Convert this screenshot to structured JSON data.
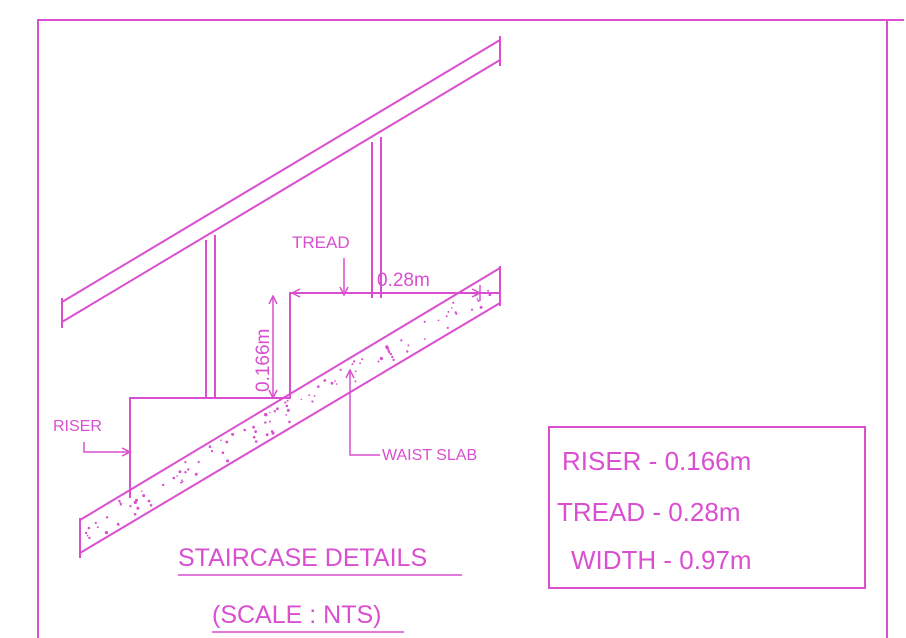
{
  "colors": {
    "line": "#d94fd0",
    "background": "#ffffff"
  },
  "labels": {
    "tread": "TREAD",
    "tread_dim": "0.28m",
    "riser_dim": "0.166m",
    "riser": "RISER",
    "waist_slab": "WAIST SLAB"
  },
  "title": {
    "main": "STAIRCASE DETAILS",
    "scale": "(SCALE : NTS)"
  },
  "spec_box": {
    "riser": "RISER - 0.166m",
    "tread": "TREAD - 0.28m",
    "width": "WIDTH - 0.97m"
  }
}
